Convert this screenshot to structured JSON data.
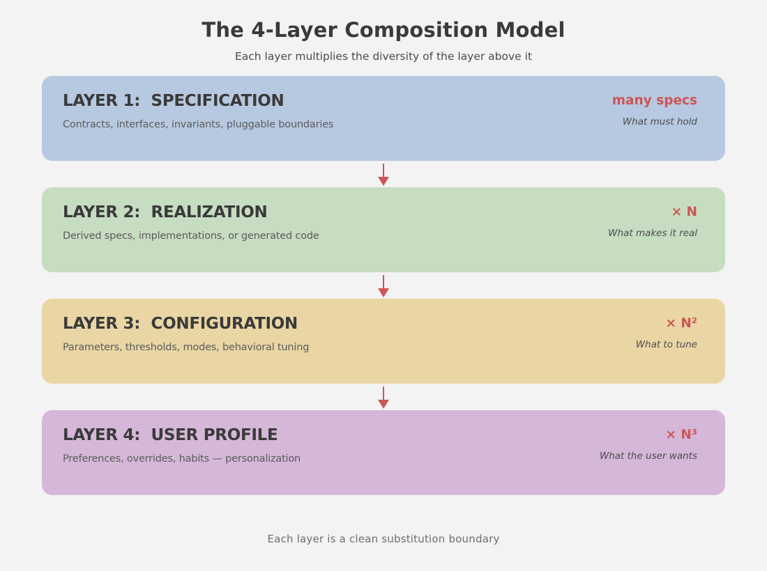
{
  "header": {
    "title": "The 4-Layer Composition Model",
    "subtitle": "Each layer multiplies the diversity of the layer above it"
  },
  "layers": [
    {
      "title": "LAYER 1:  SPECIFICATION",
      "description": "Contracts, interfaces, invariants, pluggable boundaries",
      "multiplier": "many specs",
      "note": "What must hold",
      "color": "#b7c9e1"
    },
    {
      "title": "LAYER 2:  REALIZATION",
      "description": "Derived specs, implementations, or generated code",
      "multiplier": "× N",
      "note": "What makes it real",
      "color": "#c6ddc1"
    },
    {
      "title": "LAYER 3:  CONFIGURATION",
      "description": "Parameters, thresholds, modes, behavioral tuning",
      "multiplier": "× N²",
      "note": "What to tune",
      "color": "#e9d6a4"
    },
    {
      "title": "LAYER 4:  USER PROFILE",
      "description": "Preferences, overrides, habits — personalization",
      "multiplier": "× N³",
      "note": "What the user wants",
      "color": "#d5b7d8"
    }
  ],
  "footer": {
    "caption": "Each layer is a clean substitution boundary"
  },
  "colors": {
    "background": "#f4f3f3",
    "accent_red": "#cd5555",
    "heading_text": "#3a3a3a",
    "body_text": "#5c5c5c",
    "note_text": "#4d4d4d",
    "subtitle_text": "#4a4a4a",
    "footer_text": "#6e6e6e"
  }
}
